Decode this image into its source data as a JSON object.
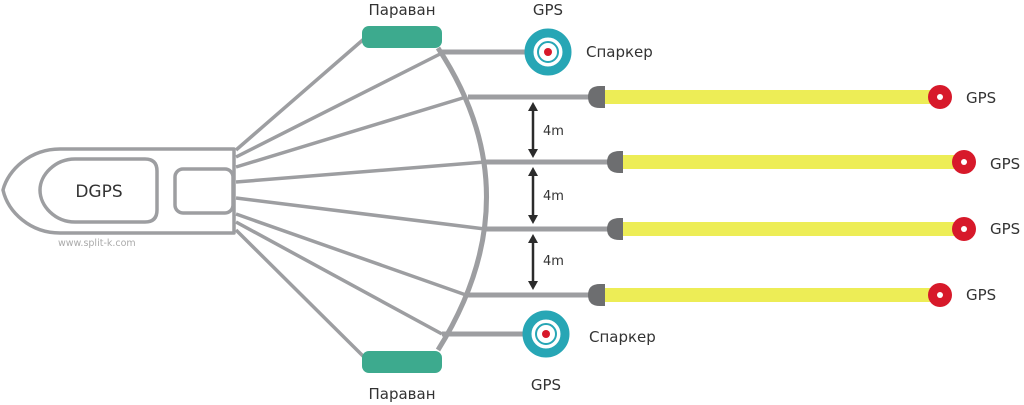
{
  "vessel": {
    "dgps_label": "DGPS",
    "watermark": "www.split-k.com"
  },
  "paravans": [
    {
      "label": "Паравaн"
    },
    {
      "label": "Параван"
    }
  ],
  "sparkers": [
    {
      "gps_label": "GPS",
      "label": "Спаркер"
    },
    {
      "gps_label": "GPS",
      "label": "Спаркер"
    }
  ],
  "streamers": [
    {
      "gps_label": "GPS"
    },
    {
      "gps_label": "GPS"
    },
    {
      "gps_label": "GPS"
    },
    {
      "gps_label": "GPS"
    }
  ],
  "spacings": [
    {
      "label": "4m"
    },
    {
      "label": "4m"
    },
    {
      "label": "4m"
    }
  ],
  "colors": {
    "cable": "#9d9ea1",
    "paravan": "#3daa8e",
    "sparker": "#27a6b5",
    "streamer": "#eded56",
    "head": "#6d6e70",
    "gps": "#d7192a",
    "arrow": "#2b2b2b"
  }
}
